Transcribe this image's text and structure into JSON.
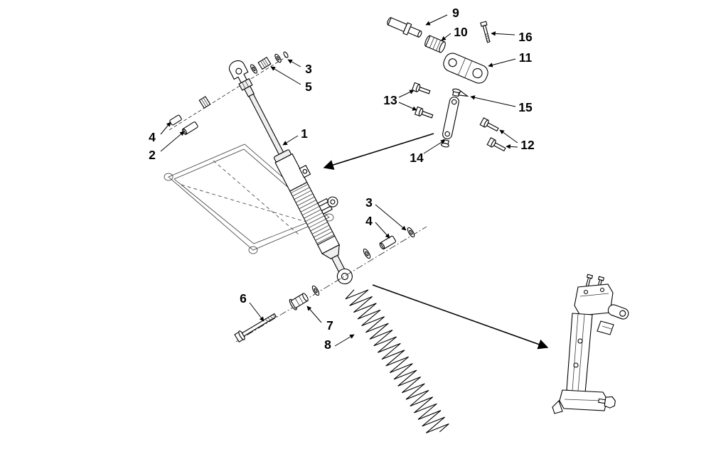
{
  "diagram": {
    "kind": "exploded-parts-diagram",
    "subject": "Shock absorber and sway bar linkage assembly",
    "background_color": "#ffffff",
    "line_color": "#000000",
    "callouts": [
      {
        "label": "1",
        "part": "shock-absorber"
      },
      {
        "label": "2",
        "part": "spacer"
      },
      {
        "label": "3",
        "part": "upper-washer"
      },
      {
        "label": "4",
        "part": "upper-spacer"
      },
      {
        "label": "5",
        "part": "washer"
      },
      {
        "label": "3",
        "part": "lower-washer"
      },
      {
        "label": "4",
        "part": "lower-spacer"
      },
      {
        "label": "6",
        "part": "mount-bolt"
      },
      {
        "label": "7",
        "part": "bushing"
      },
      {
        "label": "8",
        "part": "coil-spring"
      },
      {
        "label": "9",
        "part": "pivot-shaft"
      },
      {
        "label": "10",
        "part": "pivot-bushing"
      },
      {
        "label": "11",
        "part": "pivot-bracket"
      },
      {
        "label": "12",
        "part": "bolts"
      },
      {
        "label": "13",
        "part": "bolts"
      },
      {
        "label": "14",
        "part": "sway-bar-link"
      },
      {
        "label": "15",
        "part": "retainer-clip"
      },
      {
        "label": "16",
        "part": "bolt"
      }
    ]
  }
}
